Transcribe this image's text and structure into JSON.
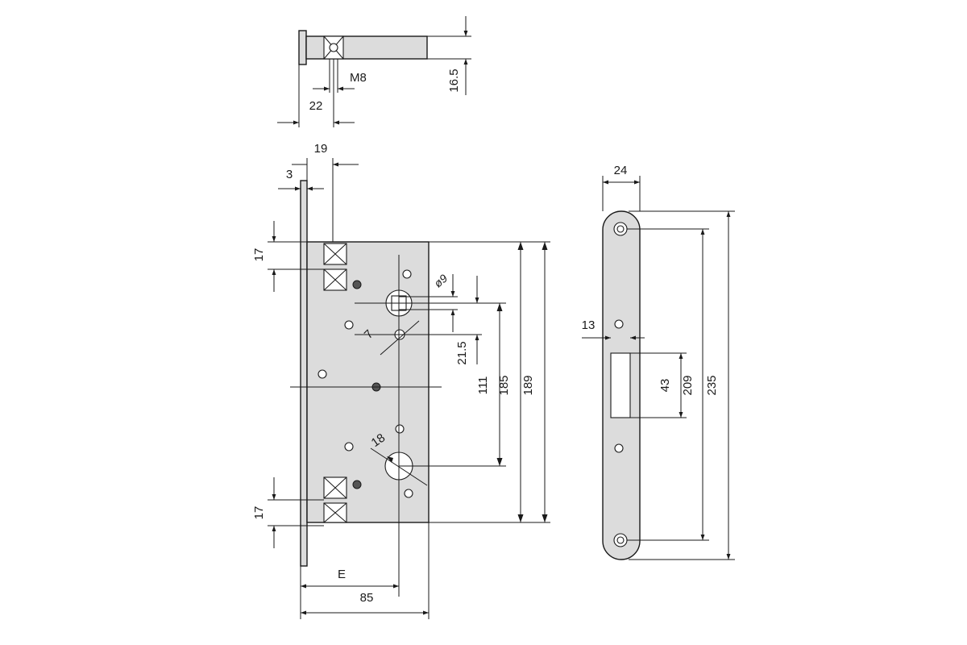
{
  "dimensions": {
    "top_16_5": "16.5",
    "m8": "M8",
    "top_22": "22",
    "d19": "19",
    "d3": "3",
    "d17_top": "17",
    "d17_bottom": "17",
    "dia9": "ø9",
    "d7": "7",
    "d21_5": "21.5",
    "d111": "111",
    "d185": "185",
    "d189": "189",
    "d18": "18",
    "dE": "E",
    "d85": "85",
    "d24": "24",
    "d13": "13",
    "d43": "43",
    "d209": "209",
    "d235": "235"
  }
}
